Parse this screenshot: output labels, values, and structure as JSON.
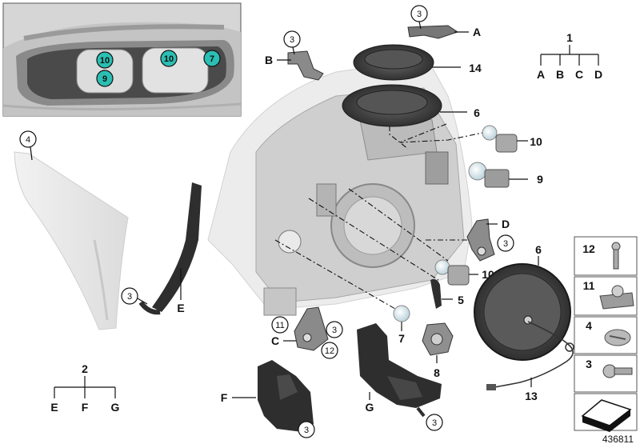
{
  "reference_number": "436811",
  "inset_callouts": [
    "10",
    "9",
    "10",
    "7"
  ],
  "letter_labels": [
    "A",
    "B",
    "C",
    "D",
    "E",
    "F",
    "G"
  ],
  "group_1": {
    "number": "1",
    "items": [
      "A",
      "B",
      "C",
      "D"
    ]
  },
  "group_2": {
    "number": "2",
    "items": [
      "E",
      "F",
      "G"
    ]
  },
  "part_numbers": {
    "p3": "3",
    "p4": "4",
    "p5": "5",
    "p6": "6",
    "p7": "7",
    "p8": "8",
    "p9": "9",
    "p10": "10",
    "p11": "11",
    "p12": "12",
    "p13": "13",
    "p14": "14"
  },
  "legend_items": [
    "12",
    "11",
    "4",
    "3"
  ],
  "colors": {
    "callout_teal": "#2bbfb3",
    "part_dark": "#2e2e2e",
    "housing_gray": "#cfcfcf",
    "ghost_gray": "#e4e4e4"
  }
}
